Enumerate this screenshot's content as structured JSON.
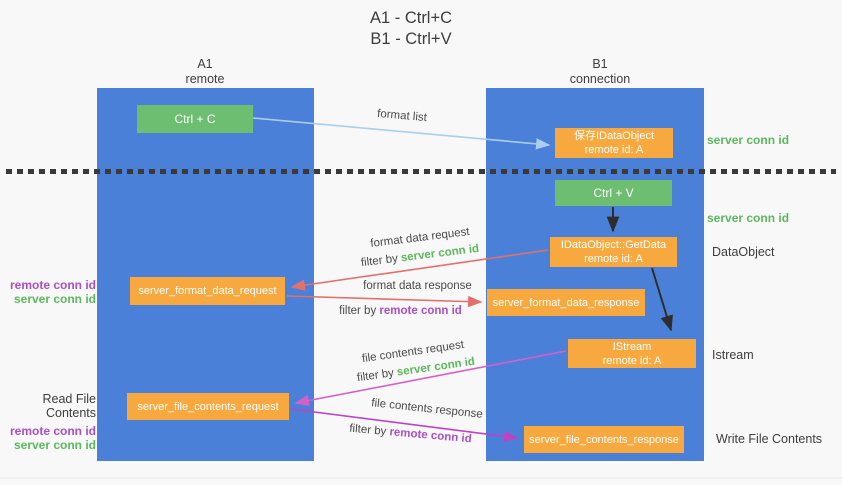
{
  "title": {
    "line1": "A1 - Ctrl+C",
    "line2": "B1 - Ctrl+V"
  },
  "columns": {
    "a1": {
      "name": "A1",
      "subtitle": "remote"
    },
    "b1": {
      "name": "B1",
      "subtitle": "connection"
    }
  },
  "nodes": {
    "ctrl_c": {
      "label": "Ctrl + C"
    },
    "save_dataobject": {
      "line1": "保存IDataObject",
      "line2": "remote id: A"
    },
    "ctrl_v": {
      "label": "Ctrl + V"
    },
    "getdata": {
      "line1": "IDataObject::GetData",
      "line2": "remote id: A"
    },
    "format_request": {
      "label": "server_format_data_request"
    },
    "format_response": {
      "label": "server_format_data_response"
    },
    "istream": {
      "line1": "IStream",
      "line2": "remote id: A"
    },
    "file_request": {
      "label": "server_file_contents_request"
    },
    "file_response": {
      "label": "server_file_contents_response"
    }
  },
  "right_labels": {
    "server_conn_id_top": "server conn id",
    "server_conn_id_mid": "server conn id",
    "dataobject": "DataObject",
    "istream": "Istream",
    "write_file_contents": "Write File Contents"
  },
  "left_labels": {
    "format_remote_conn_id": "remote conn id",
    "format_server_conn_id": "server conn id",
    "read_file_contents": "Read File Contents",
    "file_remote_conn_id": "remote conn id",
    "file_server_conn_id": "server conn id"
  },
  "arrow_labels": {
    "format_list": "format list",
    "format_data_request": "format data request",
    "format_data_response": "format data response",
    "file_contents_request": "file contents request",
    "file_contents_response": "file contents response",
    "filter_by": "filter by",
    "server_conn_id": "server conn id",
    "remote_conn_id": "remote conn id"
  },
  "colors": {
    "column_blue": "#4a80d8",
    "node_green": "#6ebe71",
    "node_orange": "#f7a93f",
    "green_text": "#5cb85c",
    "purple_text": "#a94fc8",
    "arrow_red": "#e4706b",
    "arrow_magenta_light": "#d65fc8",
    "arrow_magenta": "#bc44c4",
    "arrow_lightblue": "#a9ceee",
    "arrow_black": "#2d2d2d",
    "text_dark": "#3d3d3d"
  }
}
